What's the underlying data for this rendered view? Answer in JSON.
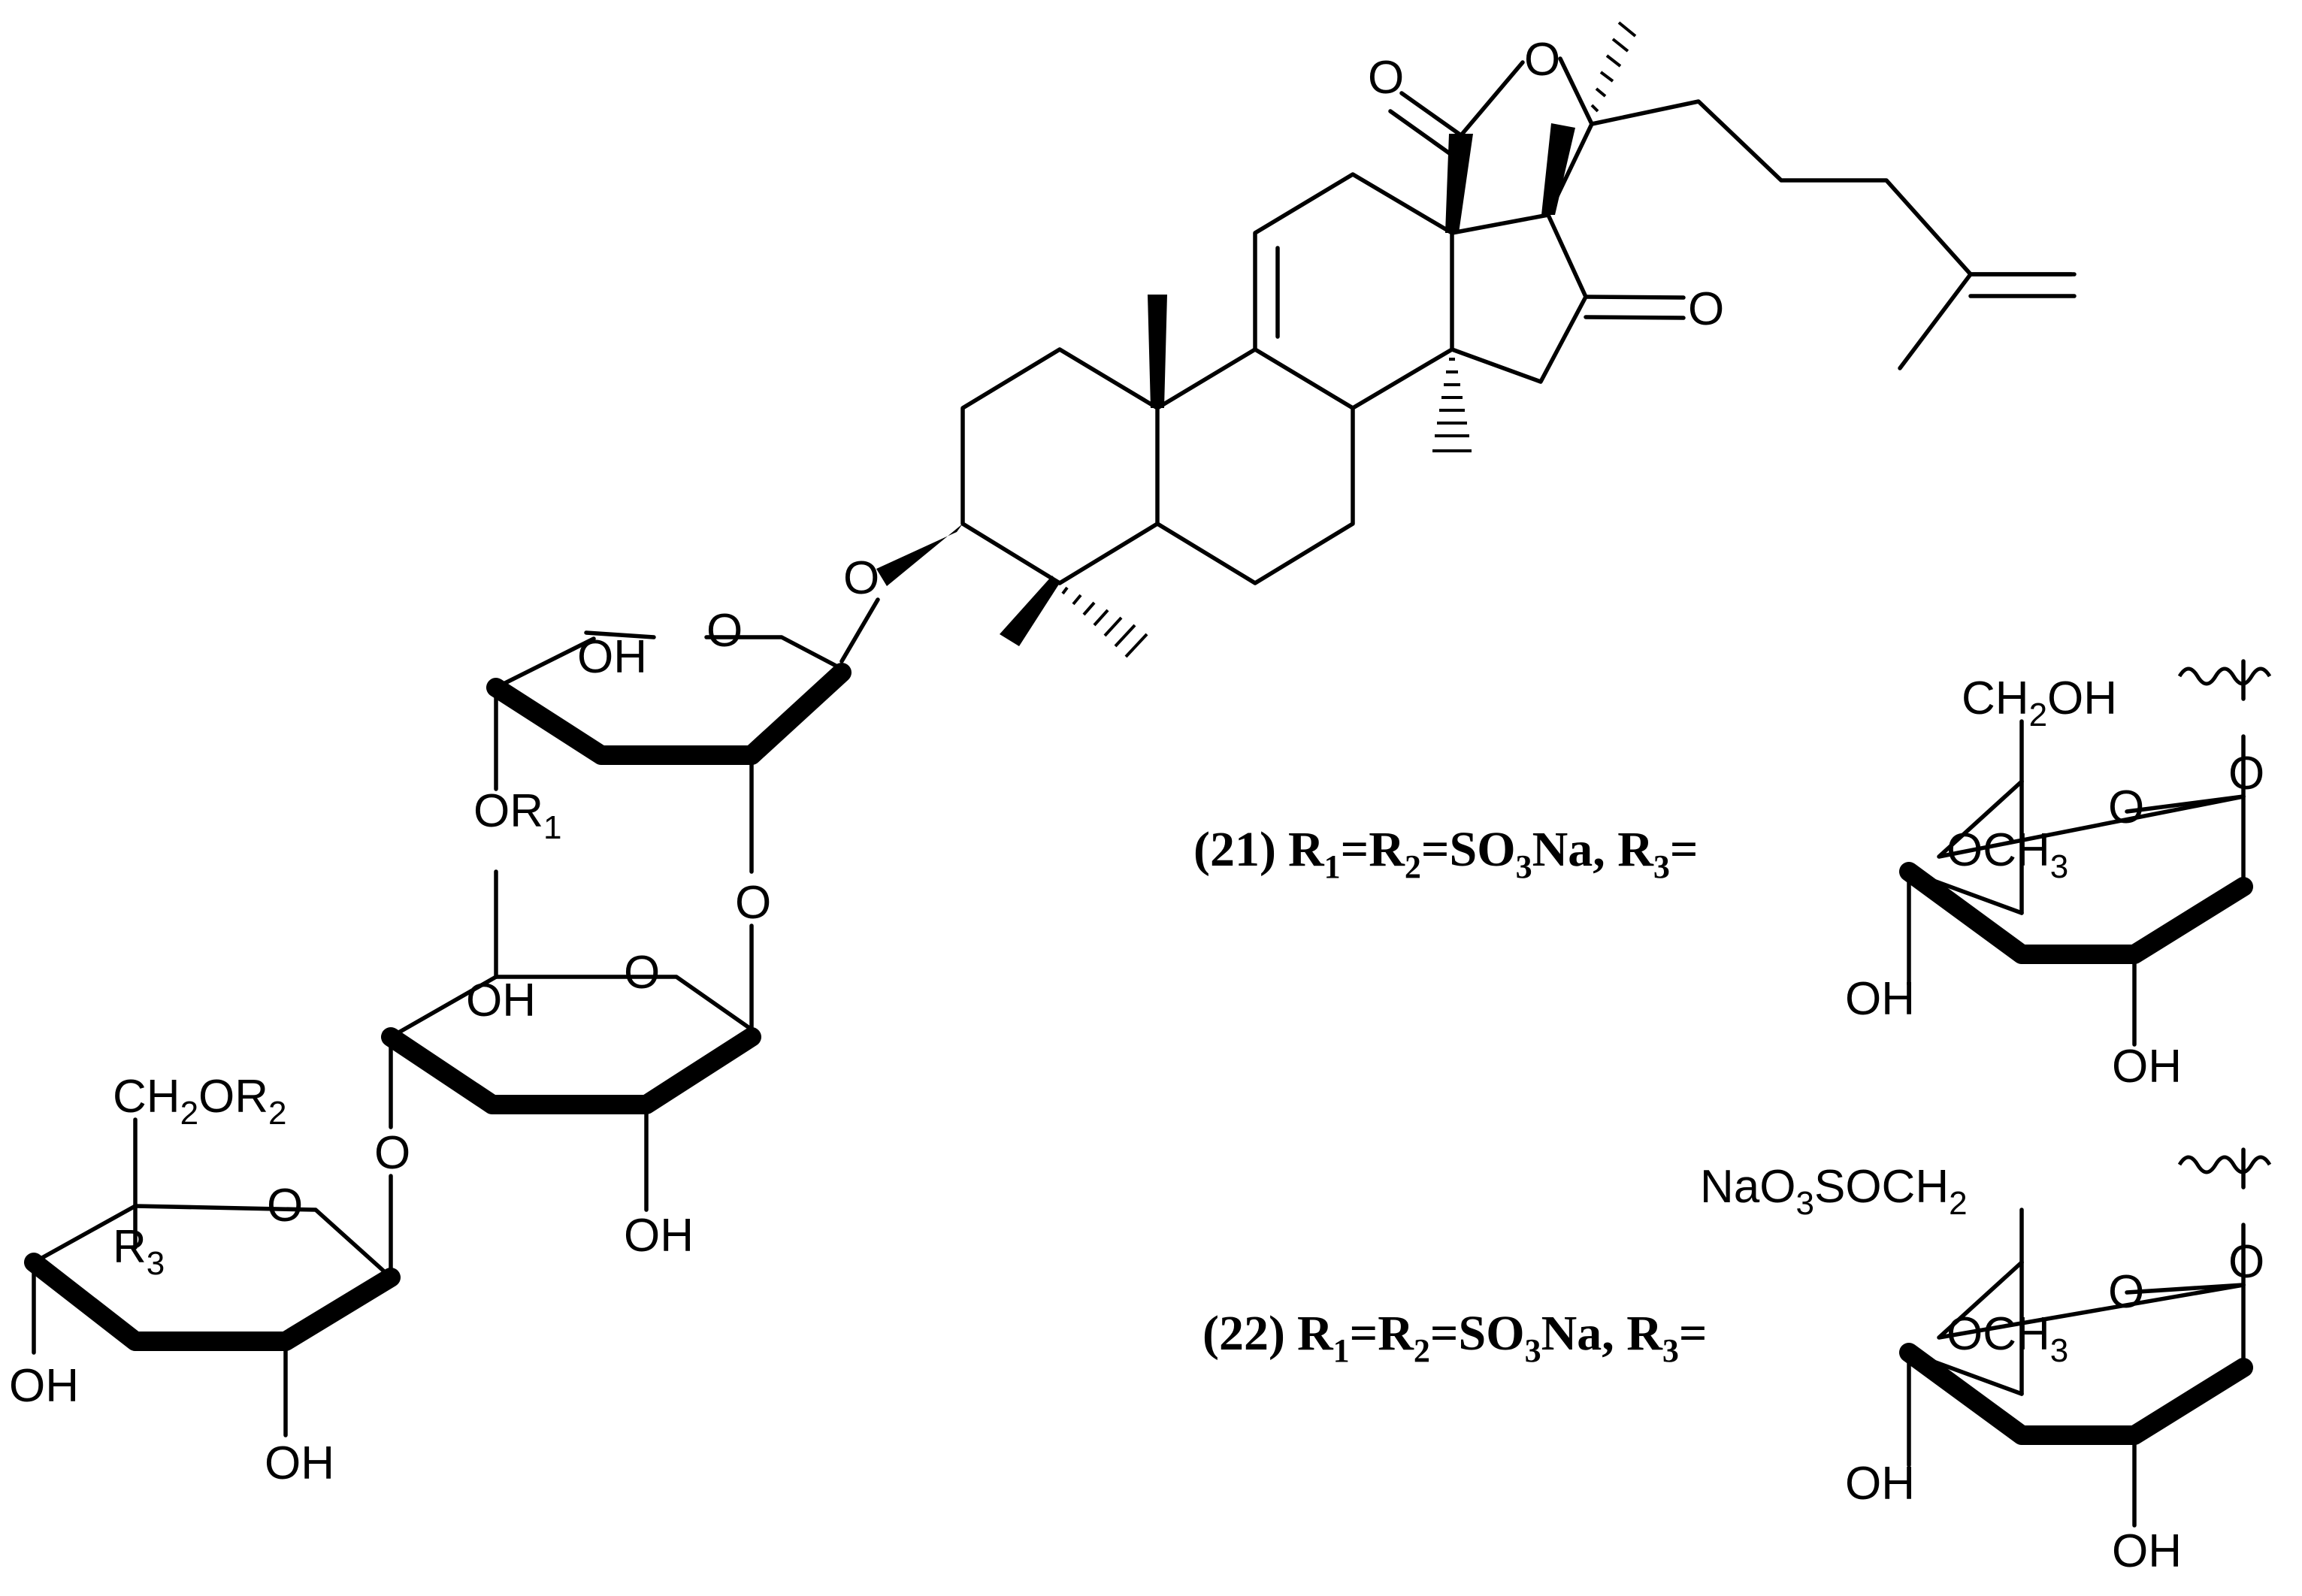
{
  "labels": {
    "lactone_carbonyl_o": "O",
    "lactone_ring_o": "O",
    "ketone_o": "O",
    "glycosidic_o1": "O",
    "xylose_ring_o": "O",
    "xylose_oh": "OH",
    "xylose_or1_main": "OR",
    "xylose_or1_sub": "1",
    "glycosidic_o2": "O",
    "quinovose_ring_o": "O",
    "quinovose_oh_upper": "OH",
    "quinovose_oh_lower": "OH",
    "glycosidic_o3": "O",
    "terminal_ch2_main": "CH",
    "terminal_ch2_sub": "2",
    "terminal_or2_main": "OR",
    "terminal_or2_sub": "2",
    "terminal_ring_o": "O",
    "terminal_r3_main": "R",
    "terminal_r3_sub": "3",
    "terminal_oh_left": "OH",
    "terminal_oh_bottom": "OH"
  },
  "compound_21": {
    "number": "(21)",
    "r1": "R",
    "r1_sub": "1",
    "eq1": "=R",
    "r2_sub": "2",
    "eq2": "=SO",
    "so3_sub": "3",
    "na": "Na, R",
    "r3_sub": "3",
    "eq3": "=",
    "ch2_main": "CH",
    "ch2_sub": "2",
    "ch2_oh": "OH",
    "attach_o": "O",
    "ring_o": "O",
    "och3_main": "OCH",
    "och3_sub": "3",
    "oh_left": "OH",
    "oh_bottom": "OH"
  },
  "compound_22": {
    "number": "(22)",
    "r1": "R",
    "r1_sub": "1",
    "eq1": "=R",
    "r2_sub": "2",
    "eq2": "=SO",
    "so3_sub": "3",
    "na": "Na, R",
    "r3_sub": "3",
    "eq3": "=",
    "sub_na": "NaO",
    "sub_sub3": "3",
    "sub_soch": "SOCH",
    "sub_sub2": "2",
    "attach_o": "O",
    "ring_o": "O",
    "och3_main": "OCH",
    "och3_sub": "3",
    "oh_left": "OH",
    "oh_bottom": "OH"
  }
}
